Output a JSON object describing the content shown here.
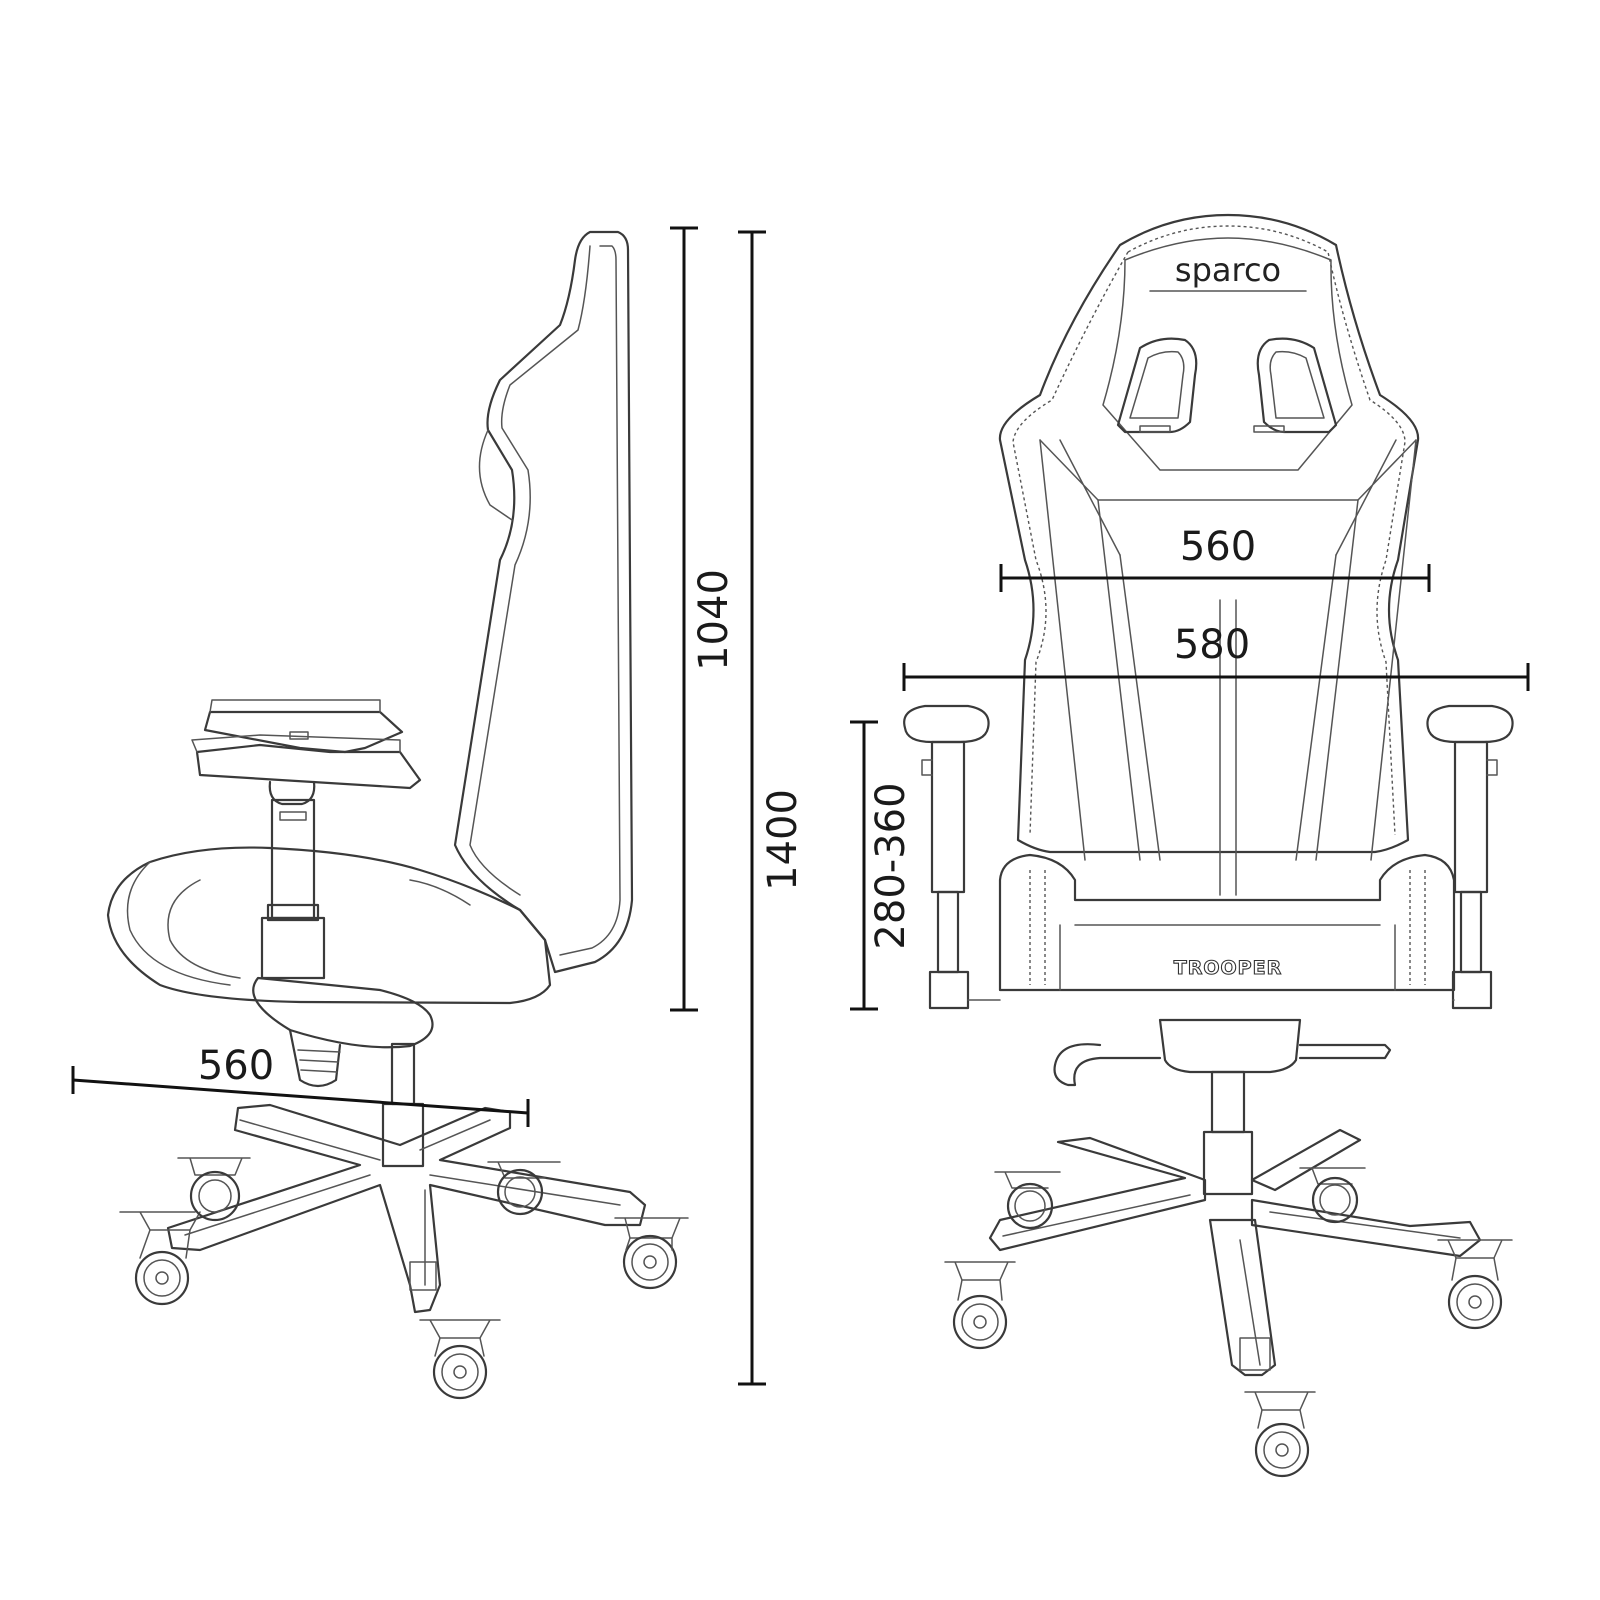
{
  "brand": "sparco",
  "model": "TROOPER",
  "dimensions": {
    "side_total_height": "1400",
    "side_backrest_height": "1040",
    "side_base_depth": "560",
    "front_backrest_width": "560",
    "front_arm_width": "580",
    "front_armrest_height": "280-360"
  }
}
